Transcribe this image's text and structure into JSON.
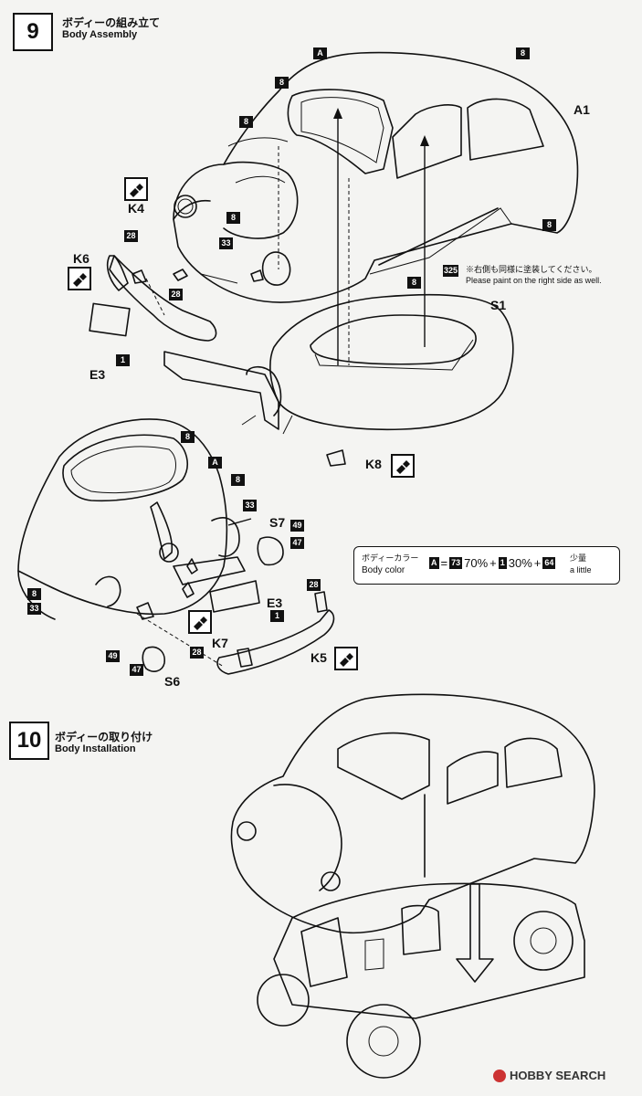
{
  "steps": [
    {
      "number": "9",
      "title_jp": "ボディーの組み立て",
      "title_en": "Body Assembly"
    },
    {
      "number": "10",
      "title_jp": "ボディーの取り付け",
      "title_en": "Body Installation"
    }
  ],
  "part_labels": {
    "a1": "A1",
    "k4": "K4",
    "k6": "K6",
    "e3_top": "E3",
    "s1": "S1",
    "k8": "K8",
    "s7": "S7",
    "e3_bottom": "E3",
    "k7": "K7",
    "k5": "K5",
    "s6": "S6"
  },
  "color_codes": {
    "c8": "8",
    "cA": "A",
    "c1": "1",
    "c28": "28",
    "c33": "33",
    "c49": "49",
    "c47": "47",
    "c325": "325"
  },
  "note": {
    "jp": "※右側も同様に塗装してください。",
    "en": "Please paint on the right side as well."
  },
  "body_color": {
    "label_jp": "ボディーカラー",
    "label_en": "Body color",
    "code_a": "A",
    "eq": "=",
    "code_73": "73",
    "pct_70": "70%",
    "plus1": "+",
    "code_1": "1",
    "pct_30": "30%",
    "plus2": "+",
    "code_64": "64",
    "little_jp": "少量",
    "little_en": "a little"
  },
  "watermark": "HOBBY SEARCH",
  "icons": [
    "paint-icon",
    "arrow-down-icon",
    "logo-icon"
  ]
}
